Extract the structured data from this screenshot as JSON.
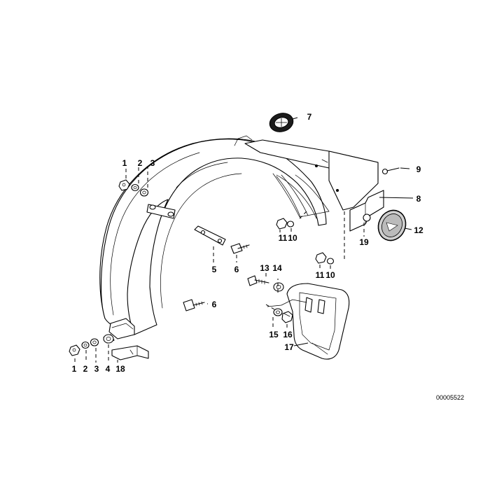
{
  "diagram": {
    "document_number": "00005522",
    "callouts": [
      {
        "id": "c1a",
        "label": "1"
      },
      {
        "id": "c2a",
        "label": "2"
      },
      {
        "id": "c3a",
        "label": "3"
      },
      {
        "id": "c1b",
        "label": "1"
      },
      {
        "id": "c2b",
        "label": "2"
      },
      {
        "id": "c3b",
        "label": "3"
      },
      {
        "id": "c4",
        "label": "4"
      },
      {
        "id": "c18",
        "label": "18"
      },
      {
        "id": "c5",
        "label": "5"
      },
      {
        "id": "c6a",
        "label": "6"
      },
      {
        "id": "c6b",
        "label": "6"
      },
      {
        "id": "c7",
        "label": "7"
      },
      {
        "id": "c8",
        "label": "8"
      },
      {
        "id": "c9",
        "label": "9"
      },
      {
        "id": "c10a",
        "label": "10"
      },
      {
        "id": "c11a",
        "label": "11"
      },
      {
        "id": "c10b",
        "label": "10"
      },
      {
        "id": "c11b",
        "label": "11"
      },
      {
        "id": "c12",
        "label": "12"
      },
      {
        "id": "c13",
        "label": "13"
      },
      {
        "id": "c14",
        "label": "14"
      },
      {
        "id": "c15",
        "label": "15"
      },
      {
        "id": "c16",
        "label": "16"
      },
      {
        "id": "c17",
        "label": "17"
      },
      {
        "id": "c19",
        "label": "19"
      }
    ]
  }
}
